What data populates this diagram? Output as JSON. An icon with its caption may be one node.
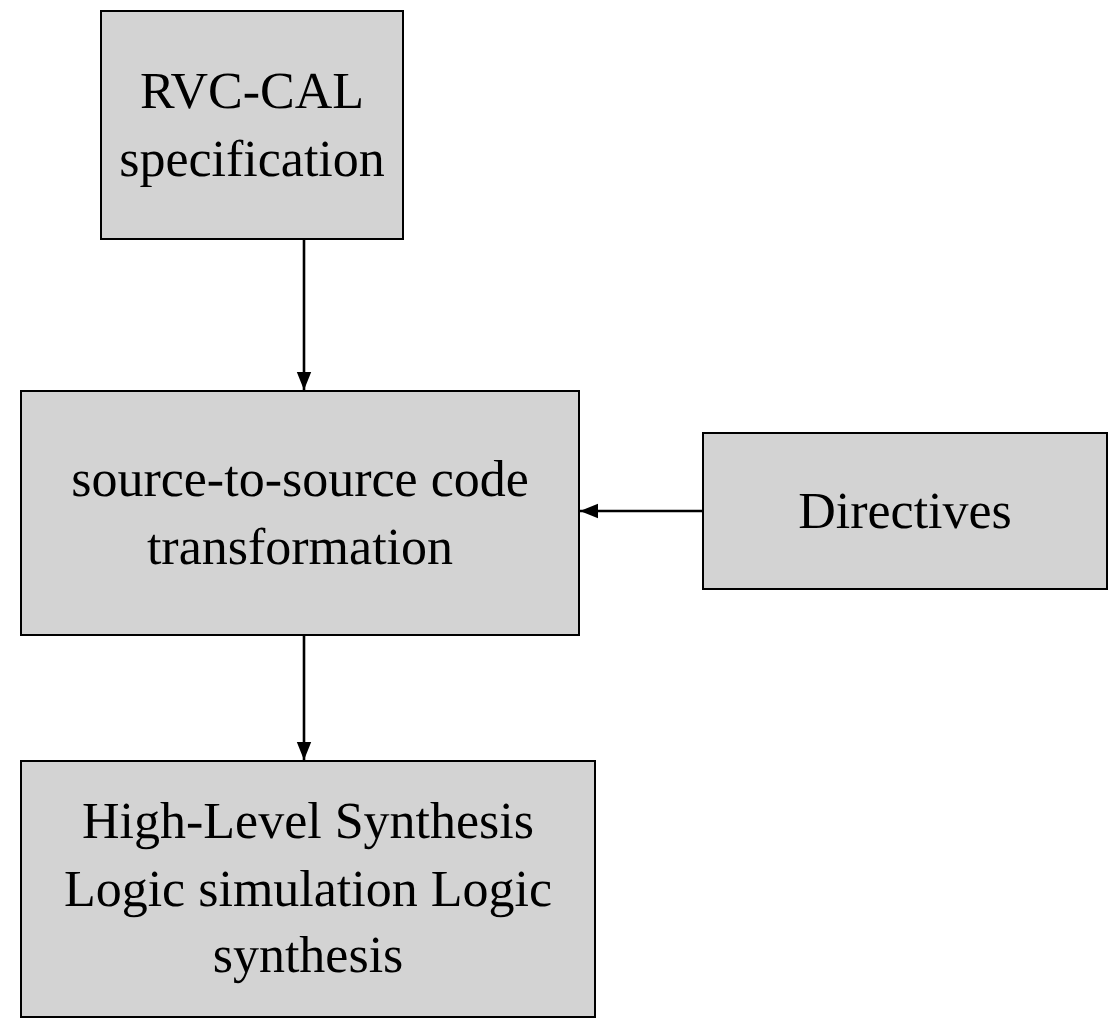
{
  "diagram": {
    "nodes": [
      {
        "text": [
          "RVC-CAL specification"
        ]
      },
      {
        "text": [
          "source-to-source code transformation"
        ]
      },
      {
        "text": [
          "Directives"
        ]
      },
      {
        "text": [
          "High-Level Synthesis Logic simulation Logic synthesis"
        ]
      }
    ],
    "edges": [
      {
        "from": 0,
        "to": 1,
        "arrow": "to"
      },
      {
        "from": 2,
        "to": 1,
        "arrow": "to"
      },
      {
        "from": 1,
        "to": 3,
        "arrow": "to"
      }
    ]
  }
}
